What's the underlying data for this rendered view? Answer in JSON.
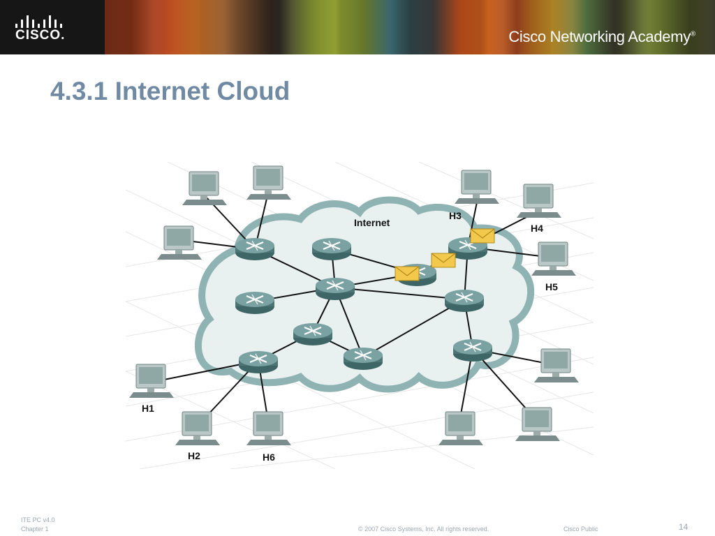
{
  "banner": {
    "logo_text": "CISCO.",
    "academy_text": "Cisco Networking Academy",
    "trademark": "®"
  },
  "slide": {
    "title": "4.3.1 Internet Cloud"
  },
  "diagram": {
    "cloud_label": "Internet",
    "host_labels": {
      "h1": "H1",
      "h2": "H2",
      "h3": "H3",
      "h4": "H4",
      "h5": "H5",
      "h6": "H6"
    }
  },
  "footer": {
    "course": "ITE PC v4.0",
    "chapter": "Chapter 1",
    "copyright": "© 2007 Cisco Systems, Inc. All rights reserved.",
    "classification": "Cisco Public",
    "page_number": "14"
  },
  "colors": {
    "title": "#6f8aa2",
    "cloud_fill": "#e6efef",
    "cloud_stroke": "#8fb3b3",
    "router": "#5e8a8a",
    "footer_text": "#9aa6b0"
  }
}
